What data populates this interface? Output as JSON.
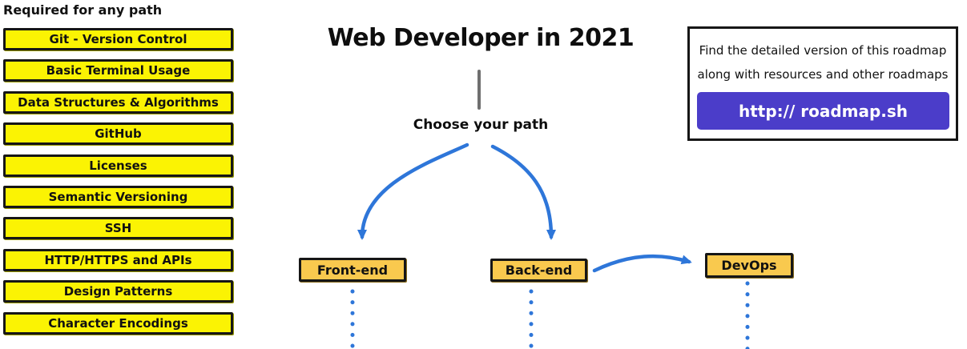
{
  "header": {
    "title": "Web Developer in 2021"
  },
  "required": {
    "heading": "Required for any path",
    "items": [
      "Git - Version Control",
      "Basic Terminal Usage",
      "Data Structures & Algorithms",
      "GitHub",
      "Licenses",
      "Semantic Versioning",
      "SSH",
      "HTTP/HTTPS and APIs",
      "Design Patterns",
      "Character Encodings"
    ]
  },
  "flow": {
    "choose_label": "Choose your path",
    "paths": [
      {
        "label": "Front-end"
      },
      {
        "label": "Back-end"
      },
      {
        "label": "DevOps"
      }
    ]
  },
  "info_box": {
    "line1": "Find the detailed version of this roadmap",
    "line2": "along with resources and other roadmaps",
    "button_label": "http:// roadmap.sh"
  },
  "colors": {
    "required_fill": "#fbf303",
    "node_fill": "#f9c94e",
    "arrow_blue": "#2e76d9",
    "button_purple": "#4b3dc9",
    "outline_black": "#161616",
    "connector_gray": "#6f6f6f"
  }
}
